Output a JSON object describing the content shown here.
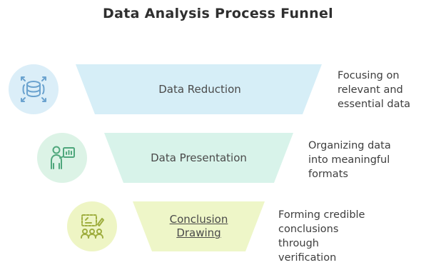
{
  "title": "Data Analysis Process Funnel",
  "stages": [
    {
      "label": "Data Reduction",
      "description": "Focusing on\nrelevant and\nessential data",
      "icon": "database-icon",
      "color": "#d6eef7",
      "icon_bg": "#dbeef8"
    },
    {
      "label": "Data Presentation",
      "description": "Organizing data\ninto meaningful\nformats",
      "icon": "presenter-icon",
      "color": "#d8f3ea",
      "icon_bg": "#dcf3e6"
    },
    {
      "label": "Conclusion\nDrawing",
      "description": "Forming credible\nconclusions\nthrough\nverification",
      "icon": "team-idea-icon",
      "color": "#eef6c8",
      "icon_bg": "#eef5c4"
    }
  ]
}
